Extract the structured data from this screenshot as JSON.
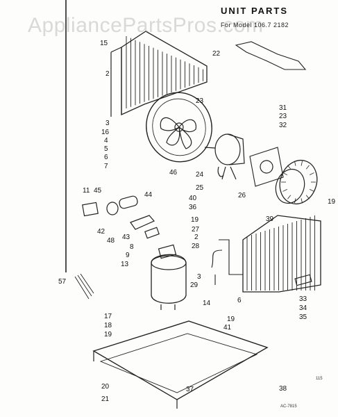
{
  "watermark": "AppliancePartsPros.com",
  "title": "UNIT PARTS",
  "subtitle": "For Model 106.7 2182",
  "diagram_code": "AC-7815",
  "page_mark": "115",
  "callouts": [
    "15",
    "22",
    "2",
    "3",
    "16",
    "4",
    "5",
    "6",
    "7",
    "23",
    "31",
    "23",
    "32",
    "24",
    "25",
    "26",
    "11",
    "45",
    "46",
    "44",
    "40",
    "36",
    "19",
    "39",
    "42",
    "48",
    "43",
    "8",
    "9",
    "13",
    "27",
    "2",
    "28",
    "3",
    "29",
    "14",
    "33",
    "34",
    "35",
    "57",
    "17",
    "18",
    "19",
    "41",
    "19",
    "20",
    "21",
    "37",
    "38",
    "6",
    "19"
  ]
}
